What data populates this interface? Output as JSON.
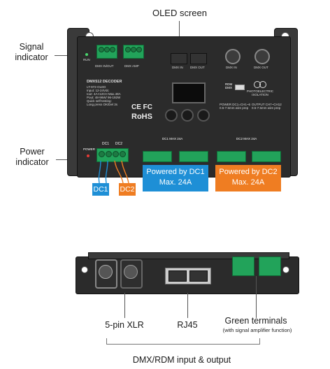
{
  "callouts": {
    "oled_screen": "OLED screen",
    "signal_indicator": "Signal\nindicator",
    "power_indicator": "Power\nindicator"
  },
  "top_device": {
    "dmx_in_out_label": "DMX IN/OUT",
    "dmx_amp_label": "DMX AMP",
    "dmx_in_small": "DMX IN",
    "dmx_out_small": "DMX OUT",
    "dmx_in_xlr": "DMX IN",
    "dmx_out_xlr": "DMX OUT",
    "run_label": "RUN",
    "power_label": "POWER",
    "dc1_label": "DC1",
    "dc2_label": "DC2",
    "dc1_max": "DC1 MAX 24A",
    "dc2_max": "DC2 MAX 24A",
    "photoelectric": "PHOTOELECTRIC\nISOLATION",
    "rdm_dmx": "RDM\nDMX",
    "spec_lines": [
      "DMX512 DECODER",
      "LT-972-OLED",
      "Input: 12-24Vdc",
      "Iout: 4A×12CH  Max.48A",
      "Pout: 48-96W/ 96-192W",
      "Quick self-testing:",
      "Long press OK/Del 3s"
    ],
    "ce_mark": "CE FC",
    "rohs_mark": "RoHS",
    "power_info": "POWER DC1=CH1~6\n0.5-7.5mm wire prep",
    "output_info": "OUTPUT CH7~CH12\n0.5-7.5mm wire prep"
  },
  "power_tags": {
    "dc1": "DC1",
    "dc2": "DC2",
    "powered_dc1": "Powered by DC1\nMax. 24A",
    "powered_dc2": "Powered by DC2\nMax. 24A"
  },
  "bottom_device": {
    "labels": {
      "xlr": "5-pin XLR",
      "rj45": "RJ45",
      "green_terminals": "Green terminals",
      "green_sub": "(with signal amplifier function)",
      "footer": "DMX/RDM input & output"
    }
  },
  "colors": {
    "dc1_blue": "#1e8fd6",
    "dc2_orange": "#ef7d22",
    "terminal_green": "#22a35a",
    "device_body": "#2b2b2b"
  }
}
